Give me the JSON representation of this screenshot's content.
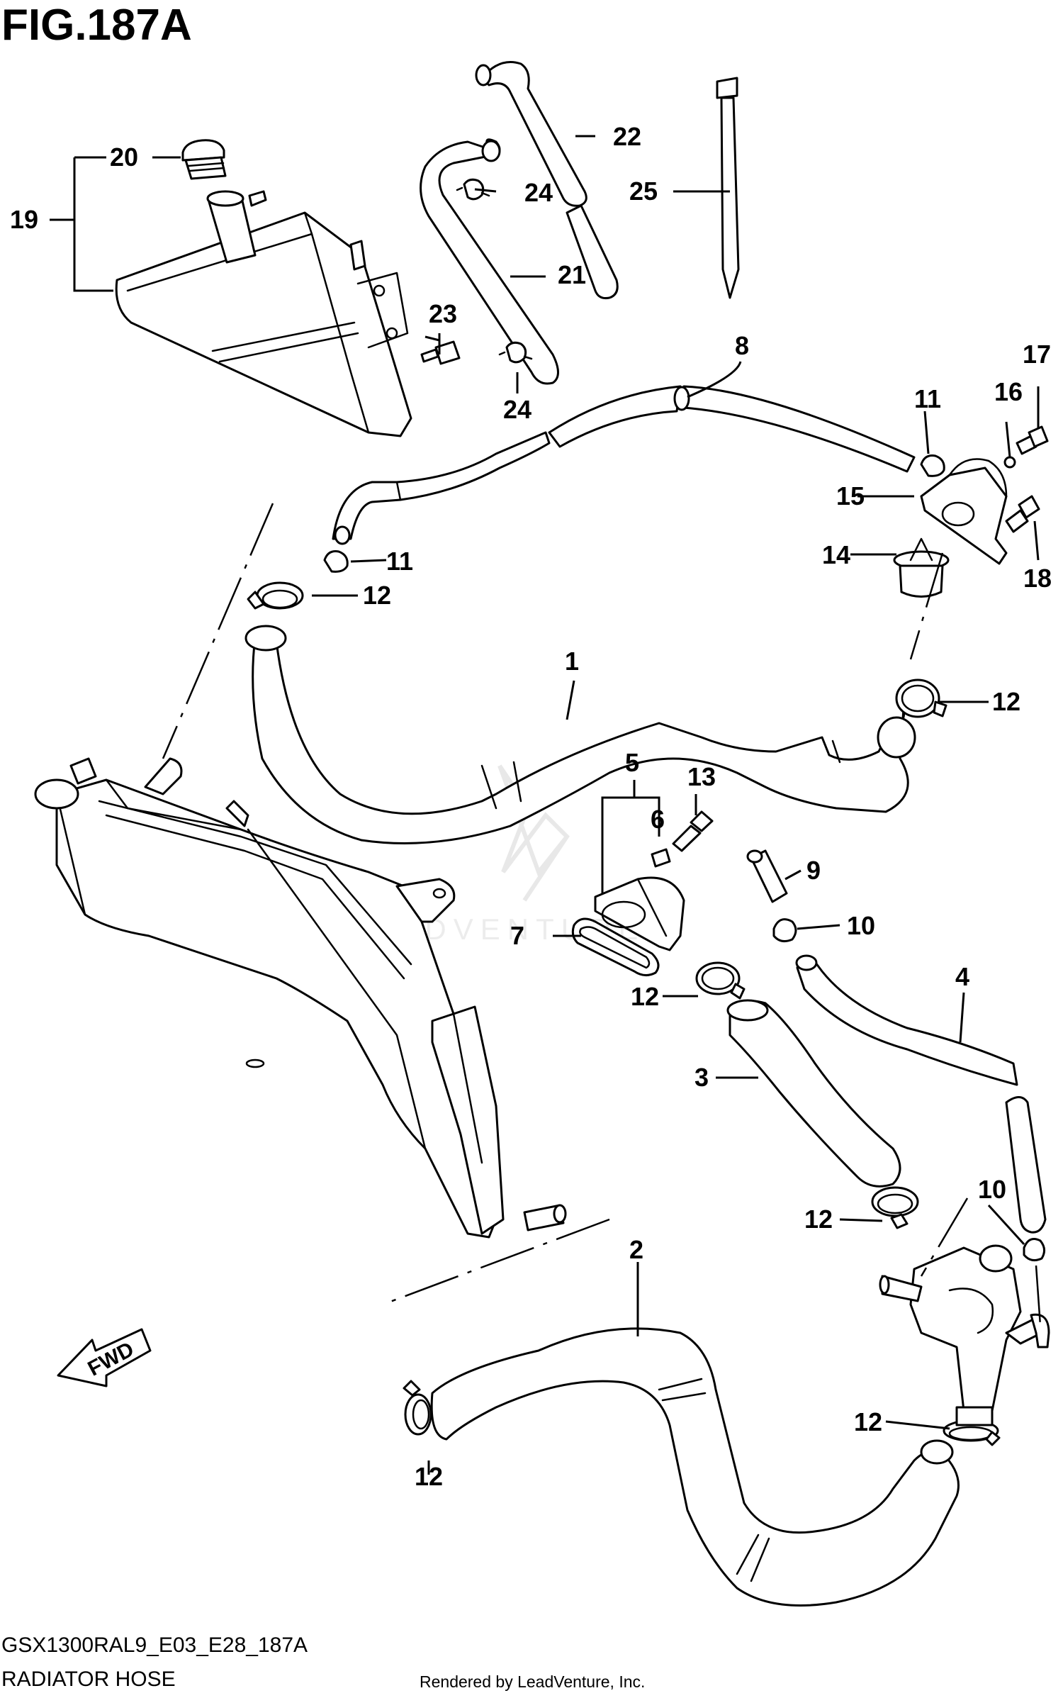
{
  "title": "FIG.187A",
  "diagram_code": "GSX1300RAL9_E03_E28_187A",
  "diagram_name": "RADIATOR HOSE",
  "credit": "Rendered by LeadVenture, Inc.",
  "watermark": "LEADVENTURE",
  "fwd_label": "FWD",
  "callouts": {
    "c1": "1",
    "c2": "2",
    "c3": "3",
    "c4": "4",
    "c5": "5",
    "c6": "6",
    "c7": "7",
    "c8": "8",
    "c9": "9",
    "c10a": "10",
    "c10b": "10",
    "c11a": "11",
    "c11b": "11",
    "c12a": "12",
    "c12b": "12",
    "c12c": "12",
    "c12d": "12",
    "c12e": "12",
    "c12f": "12",
    "c13": "13",
    "c14": "14",
    "c15": "15",
    "c16": "16",
    "c17": "17",
    "c18": "18",
    "c19": "19",
    "c20": "20",
    "c21": "21",
    "c22": "22",
    "c23": "23",
    "c24a": "24",
    "c24b": "24",
    "c25": "25"
  }
}
